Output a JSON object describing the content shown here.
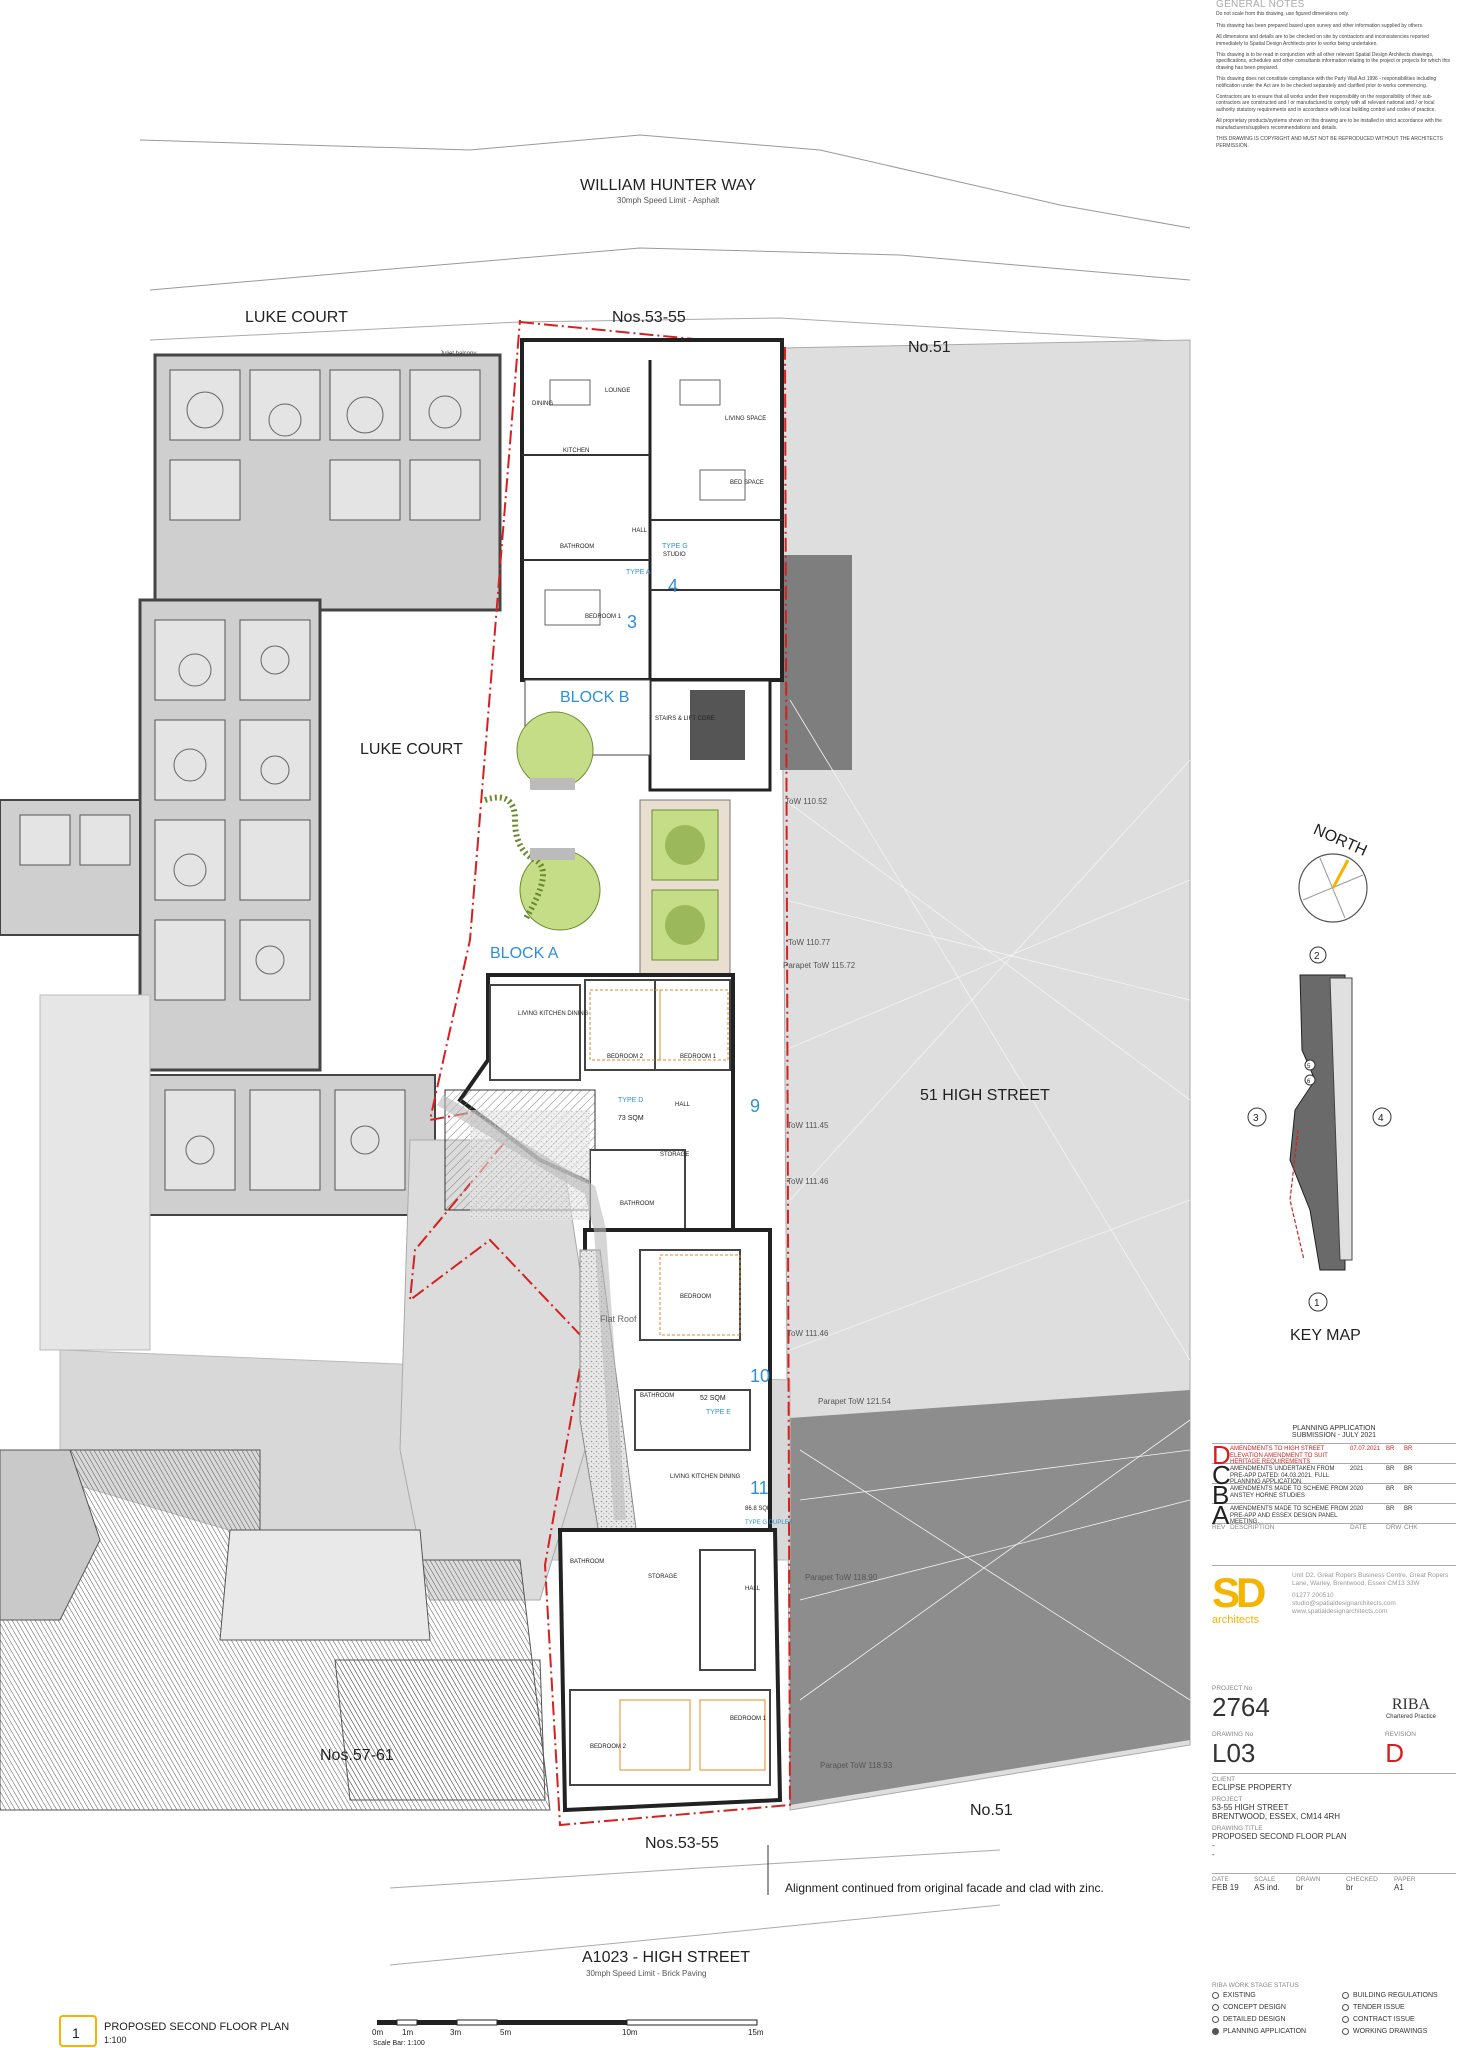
{
  "general_notes": {
    "heading": "GENERAL NOTES",
    "paragraphs": [
      "Do not scale from this drawing, use figured dimensions only.",
      "This drawing has been prepared based upon survey and other information supplied by others.",
      "All dimensions and details are to be checked on site by contractors and inconsistencies reported immediately to Spatial Design Architects prior to works being undertaken.",
      "This drawing is to be read in conjunction with all other relevant Spatial Design Architects drawings, specifications, schedules and other consultants information relating to the project or projects for which this drawing has been prepared.",
      "This drawing does not constitute compliance with the Party Wall Act 1996 - responsibilities including notification under the Act are to be checked separately and clarified prior to works commencing.",
      "Contractors are to ensure that all works under their responsibility on the responsibility of their sub-contractors are constructed and / or manufactured to comply with all relevant national and / or local authority statutory requirements and in accordance with local building control and codes of practice.",
      "All proprietary products/systems shown on this drawing are to be installed in strict accordance with the manufacturers/suppliers recommendations and details.",
      "THIS DRAWING IS COPYRIGHT AND MUST NOT BE REPRODUCED WITHOUT THE ARCHITECTS PERMISSION."
    ]
  },
  "plan": {
    "street_top": "WILLIAM HUNTER WAY",
    "street_top_sub": "30mph Speed Limit - Asphalt",
    "luke_court_top": "LUKE COURT",
    "nos_53_55_top": "Nos.53-55",
    "no_51_top": "No.51",
    "luke_court_mid": "LUKE COURT",
    "block_b": "BLOCK B",
    "block_a": "BLOCK A",
    "high_street_51": "51 HIGH STREET",
    "nos_57_61": "Nos.57-61",
    "no_51_bottom": "No.51",
    "nos_53_55_bottom": "Nos.53-55",
    "street_bottom": "A1023 - HIGH STREET",
    "street_bottom_sub": "30mph Speed Limit - Brick Paving",
    "alignment_note": "Alignment continued from original facade and clad with zinc.",
    "flat_roof": "Flat Roof",
    "juliet_balcony": "Juliet balcony",
    "unit_numbers": [
      "3",
      "4",
      "9",
      "10",
      "11"
    ],
    "rooms": {
      "lounge": "LOUNGE",
      "dining": "DINING",
      "kitchen": "KITCHEN",
      "bathroom": "BATHROOM",
      "hall": "HALL",
      "bedroom1": "BEDROOM 1",
      "bedroom2": "BEDROOM 2",
      "living_space": "LIVING SPACE",
      "bed_space": "BED SPACE",
      "studio": "STUDIO",
      "stairs": "STAIRS & LIFT CORE",
      "living_kitchen_dining": "LIVING KITCHEN DINING",
      "storage": "STORAGE",
      "bedroom": "BEDROOM"
    },
    "unit_types": {
      "type_a": "TYPE A",
      "type_g": "TYPE G",
      "type_d": "TYPE D",
      "type_e": "TYPE E",
      "type_g_duplex": "TYPE G DUPLEX",
      "type_d_area": "73 SQM",
      "type_e_area": "52 SQM",
      "type_g_area": "86.8 SQM"
    },
    "tow_labels": [
      "ToW 110.52",
      "ToW 110.77",
      "Parapet ToW 115.72",
      "ToW 111.45",
      "ToW 111.46",
      "ToW 111.46",
      "Parapet ToW 121.54",
      "Parapet ToW 118.90",
      "Parapet ToW 118.93"
    ]
  },
  "key_map": {
    "north": "NORTH",
    "title": "KEY MAP",
    "markers": [
      "1",
      "2",
      "3",
      "4",
      "5",
      "6"
    ]
  },
  "revisions": {
    "status_line1": "PLANNING APPLICATION",
    "status_line2": "SUBMISSION - JULY 2021",
    "rows": [
      {
        "letter": "D",
        "desc": "AMENDMENTS TO HIGH STREET ELEVATION AMENDMENT TO SUIT HERITAGE REQUIREMENTS",
        "date": "07.07.2021",
        "drn": "BR",
        "chk": "BR",
        "color": "#d62020"
      },
      {
        "letter": "C",
        "desc": "AMENDMENTS UNDERTAKEN FROM PRE-APP DATED: 04.03.2021. FULL PLANNING APPLICATION",
        "date": "2021",
        "drn": "BR",
        "chk": "BR",
        "color": "#222222"
      },
      {
        "letter": "B",
        "desc": "AMENDMENTS MADE TO SCHEME FROM ANSTEY HORNE STUDIES",
        "date": "2020",
        "drn": "BR",
        "chk": "BR",
        "color": "#222222"
      },
      {
        "letter": "A",
        "desc": "AMENDMENTS MADE TO SCHEME FROM PRE-APP AND ESSEX DESIGN PANEL MEETING.",
        "date": "2020",
        "drn": "BR",
        "chk": "BR",
        "color": "#222222"
      }
    ],
    "headers": {
      "rev": "REV",
      "desc": "DESCRIPTION",
      "date": "DATE",
      "drw": "DRW",
      "chk": "CHK"
    }
  },
  "practice": {
    "logo": "SD",
    "logo_sub": "architects",
    "address": "Unit D2, Great Ropers Business Centre, Great Ropers Lane, Warley, Brentwood, Essex CM13 3JW",
    "phone": "01277 200510",
    "email": "studio@spatialdesignarchitects.com",
    "web": "www.spatialdesignarchitects.com",
    "riba": "RIBA",
    "riba_sub": "Chartered Practice"
  },
  "title_block": {
    "project_no_label": "PROJECT No",
    "project_no": "2764",
    "drawing_no_label": "DRAWING No",
    "drawing_no": "L03",
    "revision_label": "REVISION",
    "revision": "D",
    "client_label": "CLIENT",
    "client": "ECLIPSE PROPERTY",
    "project_label": "PROJECT",
    "project_line1": "53-55 HIGH STREET",
    "project_line2": "BRENTWOOD, ESSEX, CM14 4RH",
    "title_label": "DRAWING TITLE",
    "title": "PROPOSED SECOND FLOOR PLAN",
    "dash1": "-",
    "dash2": "-",
    "date_label": "DATE",
    "date": "FEB 19",
    "scale_label": "SCALE",
    "scale": "AS ind.",
    "drawn_label": "DRAWN",
    "drawn": "br",
    "checked_label": "CHECKED",
    "checked": "br",
    "paper_label": "PAPER",
    "paper": "A1"
  },
  "work_stage": {
    "heading": "RIBA WORK STAGE STATUS",
    "left": [
      "EXISTING",
      "CONCEPT DESIGN",
      "DETAILED DESIGN",
      "PLANNING APPLICATION"
    ],
    "right": [
      "BUILDING REGULATIONS",
      "TENDER ISSUE",
      "CONTRACT ISSUE",
      "WORKING DRAWINGS"
    ],
    "active": "PLANNING APPLICATION"
  },
  "drawing_ref": {
    "number": "1",
    "title": "PROPOSED SECOND FLOOR PLAN",
    "scale": "1:100",
    "scale_ticks": [
      "0m",
      "1m",
      "3m",
      "5m",
      "10m",
      "15m"
    ],
    "scale_bar": "Scale Bar: 1:100"
  },
  "colors": {
    "boundary": "#d62020",
    "accent_blue": "#2f8fd8",
    "logo_yellow": "#f4b400",
    "wall": "#333333",
    "neighbour_grey": "#d7d7d7",
    "dark_grey": "#8a8a8a"
  }
}
